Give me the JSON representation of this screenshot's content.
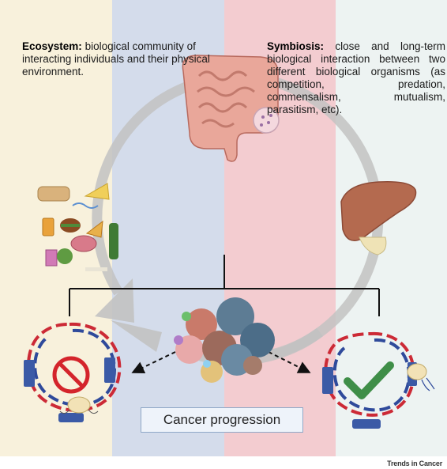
{
  "ecosystem": {
    "term": "Ecosystem:",
    "definition": "biological community of interacting individuals and their physical environment."
  },
  "symbiosis": {
    "term": "Symbiosis:",
    "definition": "close and long-term biological interaction between two different biological organisms (as competition, predation, commensalism, mutualism, parasitism, etc)."
  },
  "progression_label": "Cancer progression",
  "credit": "Trends in Cancer",
  "colors": {
    "band_cream": "#f8f1dc",
    "band_blue": "#d4dceb",
    "band_pink": "#f3ccd0",
    "band_light": "#edf3f2",
    "dna_red": "#cc2a36",
    "dna_blue": "#2f4a9b",
    "check_green": "#3f8e48",
    "prohibit_red": "#d4242b",
    "cycle_arrow": "#c2c2c2"
  },
  "icons": [
    "gut-icon",
    "liver-icon",
    "food-icon",
    "tumor-icon",
    "prohibited-icon",
    "checkmark-icon",
    "dna-loop-icon",
    "bacteria-icon"
  ]
}
